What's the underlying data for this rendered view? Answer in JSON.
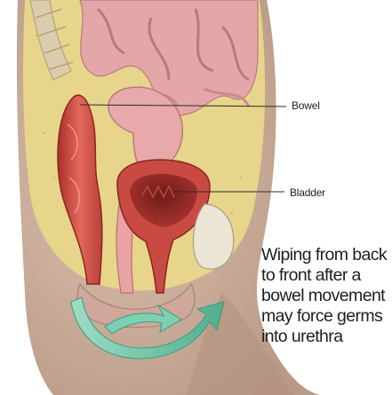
{
  "labels": {
    "bowel": "Bowel",
    "bladder": "Bladder"
  },
  "caption": {
    "lines": [
      "Wiping from back",
      "to front after a",
      "bowel movement",
      "may force germs",
      "into urethra"
    ]
  },
  "colors": {
    "skin": "#c8a892",
    "fat": "#e8d98c",
    "rectum": "#d8574b",
    "bladder_wall": "#c94a42",
    "bladder_inner": "#8b2a26",
    "intestine": "#e4a7a9",
    "arrow": "#69c3a5",
    "leader_line": "#2a2a2a"
  },
  "icons": [
    "curved-arrow-icon"
  ]
}
